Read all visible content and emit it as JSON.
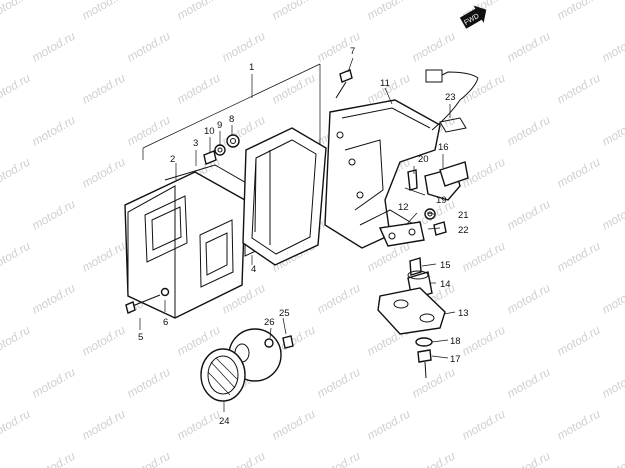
{
  "watermark": "motod.ru",
  "fwd_label": "FWD",
  "callouts": {
    "c1": "1",
    "c2": "2",
    "c3": "3",
    "c4": "4",
    "c5": "5",
    "c6": "6",
    "c7": "7",
    "c8": "8",
    "c9": "9",
    "c10": "10",
    "c11": "11",
    "c12": "12",
    "c13": "13",
    "c14": "14",
    "c15": "15",
    "c16": "16",
    "c17": "17",
    "c18": "18",
    "c19": "19",
    "c20": "20",
    "c21": "21",
    "c22": "22",
    "c23": "23",
    "c24": "24",
    "c25": "25",
    "c26": "26"
  },
  "icons": {
    "fwd_arrow": "forward-arrow-icon"
  }
}
